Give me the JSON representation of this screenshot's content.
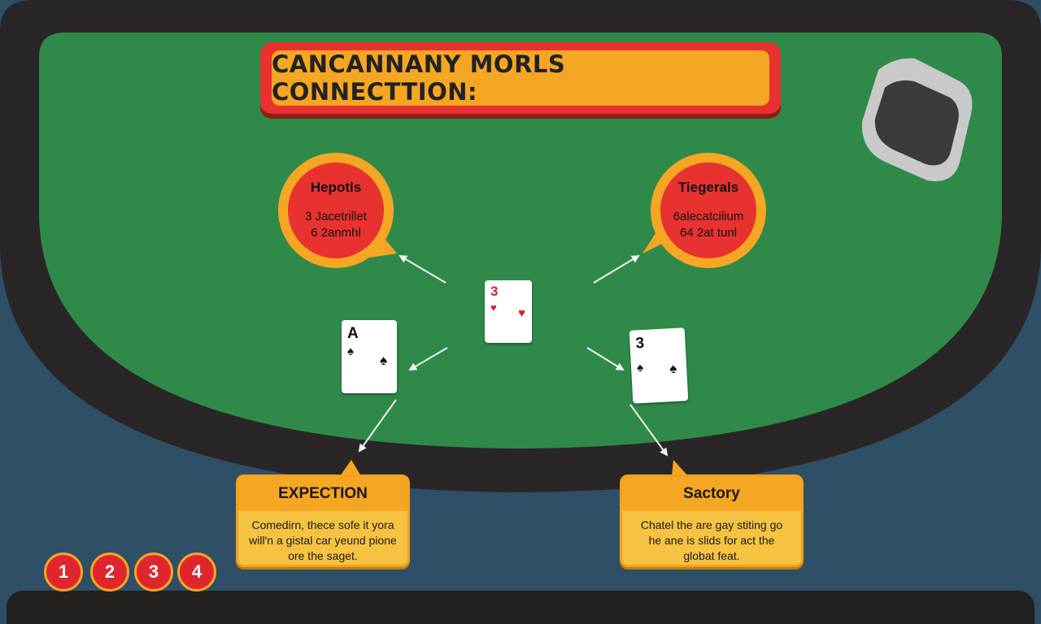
{
  "title": "CANCANNANY MORLS CONNECTTION:",
  "bubbles": [
    {
      "heading": "Hepotls",
      "line1": "3 Jacetrillet",
      "line2": "6 2anmhl"
    },
    {
      "heading": "Tiegerals",
      "line1": "6alecatcilium",
      "line2": "64 2at tunl"
    }
  ],
  "cards": [
    {
      "rank": "A",
      "suit": "♠",
      "color": "black"
    },
    {
      "rank": "3",
      "suit": "♥",
      "color": "red"
    },
    {
      "rank": "3",
      "suit": "♠",
      "color": "black"
    }
  ],
  "panels": [
    {
      "heading": "EXPECTION",
      "line1": "Comedirn, thece sofe it yora",
      "line2": "will'n a gistal car yeund pione",
      "line3": "ore the saget."
    },
    {
      "heading": "Sactory",
      "line1": "Chatel the are gay stiting go",
      "line2": "he ane is slids for act the",
      "line3": "globat feat."
    }
  ],
  "chips": [
    "1",
    "2",
    "3",
    "4"
  ],
  "colors": {
    "felt": "#2f8a4a",
    "table_rim": "#2a2627",
    "accent_red": "#e8322f",
    "accent_orange": "#f5a623",
    "background": "#2f4f66"
  },
  "icons": {
    "card_shoe": "card-shoe-icon"
  }
}
